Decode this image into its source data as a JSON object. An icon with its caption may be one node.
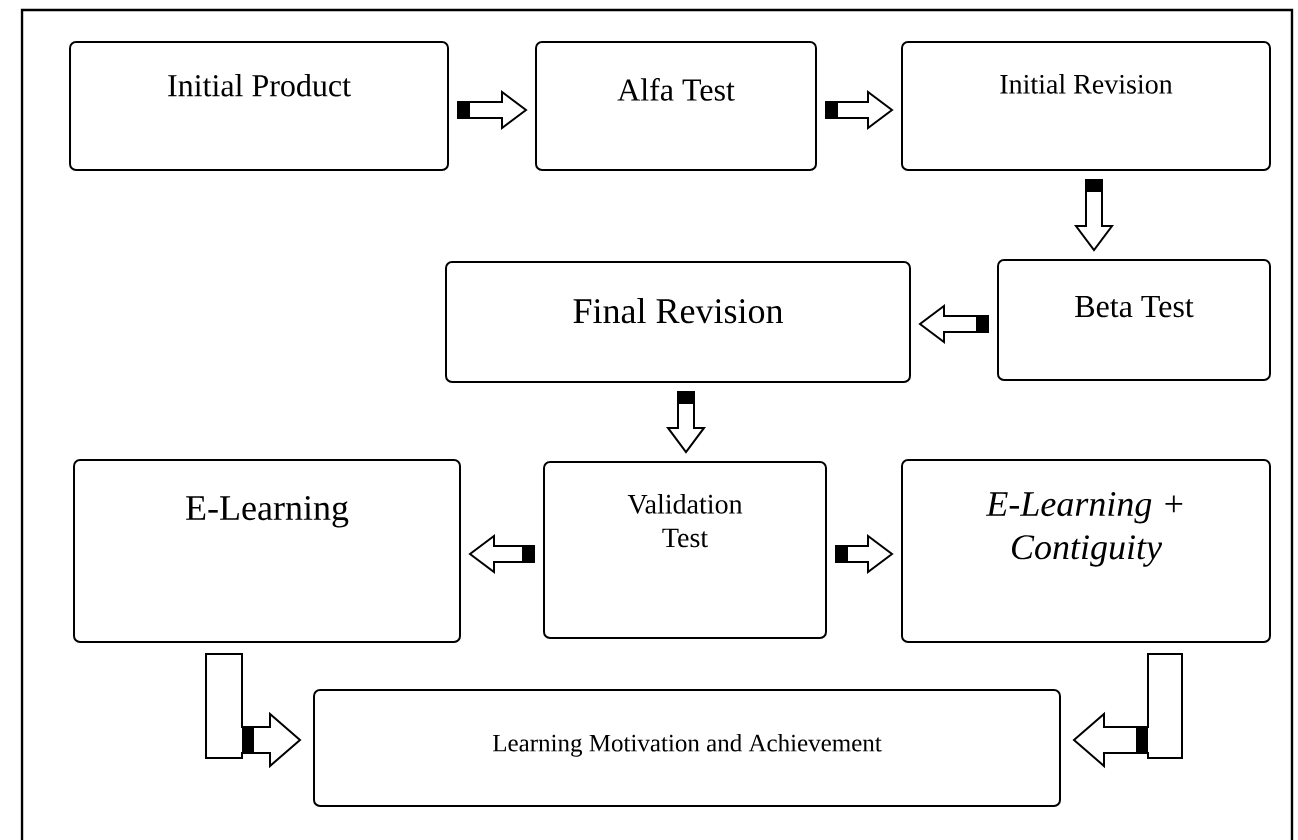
{
  "diagram": {
    "nodes": [
      {
        "text": [
          "Initial Product"
        ]
      },
      {
        "text": [
          "Alfa Test"
        ]
      },
      {
        "text": [
          "Initial Revision"
        ]
      },
      {
        "text": [
          "Beta Test"
        ]
      },
      {
        "text": [
          "Final Revision"
        ]
      },
      {
        "text": [
          "Validation Test"
        ]
      },
      {
        "text": [
          "E-Learning"
        ]
      },
      {
        "text": [
          "E-Learning + Contiguity"
        ]
      },
      {
        "text": [
          "Learning Motivation and Achievement"
        ]
      }
    ],
    "edges": [
      {
        "from": 0,
        "to": 1,
        "arrow": "to"
      },
      {
        "from": 1,
        "to": 2,
        "arrow": "to"
      },
      {
        "from": 2,
        "to": 3,
        "arrow": "to"
      },
      {
        "from": 3,
        "to": 4,
        "arrow": "to"
      },
      {
        "from": 4,
        "to": 5,
        "arrow": "to"
      },
      {
        "from": 5,
        "to": 6,
        "arrow": "to"
      },
      {
        "from": 5,
        "to": 7,
        "arrow": "to"
      },
      {
        "from": 6,
        "to": 8,
        "arrow": "to"
      },
      {
        "from": 7,
        "to": 8,
        "arrow": "to"
      }
    ]
  }
}
